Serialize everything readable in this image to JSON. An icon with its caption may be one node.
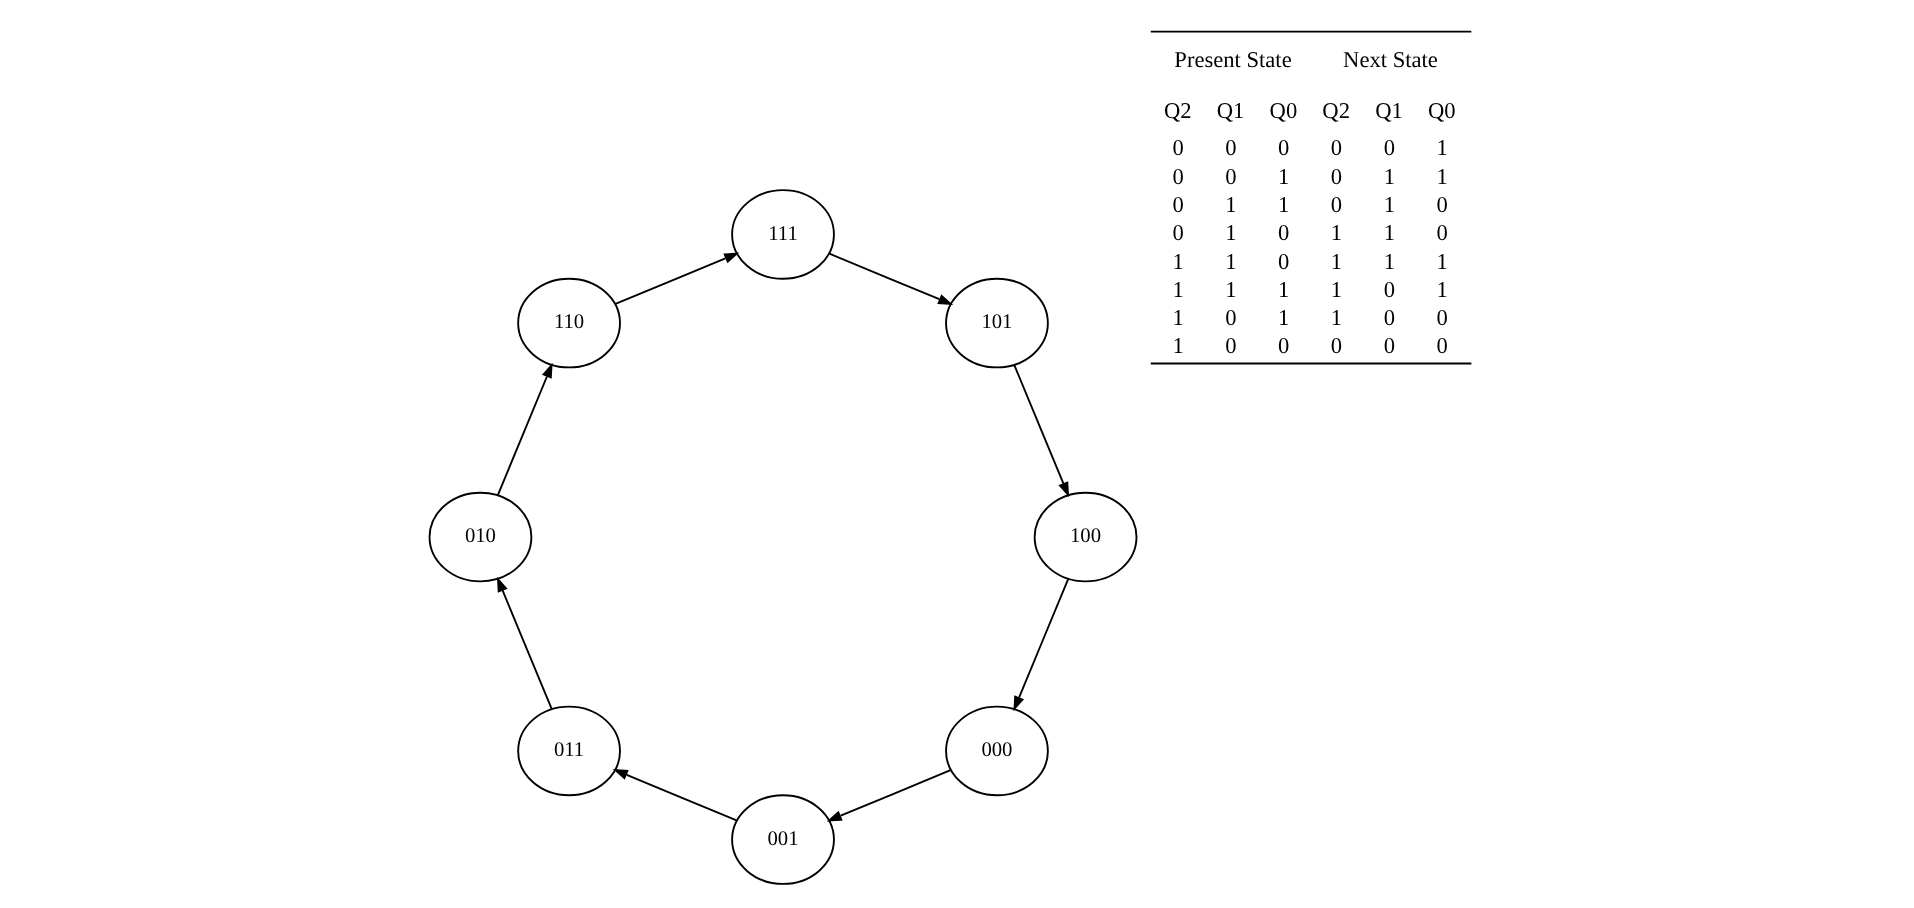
{
  "diagram": {
    "nodes": [
      {
        "text": [
          "000"
        ]
      },
      {
        "text": [
          "100"
        ]
      },
      {
        "text": [
          "001"
        ]
      },
      {
        "text": [
          "101"
        ]
      },
      {
        "text": [
          "011"
        ]
      },
      {
        "text": [
          "111"
        ]
      },
      {
        "text": [
          "010"
        ]
      },
      {
        "text": [
          "110"
        ]
      }
    ],
    "edges": [
      {
        "from": 0,
        "to": 2,
        "arrow": "to"
      },
      {
        "from": 2,
        "to": 4,
        "arrow": "to"
      },
      {
        "from": 4,
        "to": 6,
        "arrow": "to"
      },
      {
        "from": 6,
        "to": 7,
        "arrow": "to"
      },
      {
        "from": 7,
        "to": 5,
        "arrow": "to"
      },
      {
        "from": 5,
        "to": 3,
        "arrow": "to"
      },
      {
        "from": 3,
        "to": 1,
        "arrow": "to"
      },
      {
        "from": 1,
        "to": 0,
        "arrow": "to"
      }
    ],
    "labels": [
      "Present State",
      "Next State",
      "Q2",
      "Q1",
      "Q0",
      "Q2",
      "Q1",
      "Q0",
      "0",
      "0",
      "0",
      "0",
      "0",
      "1",
      "0",
      "0",
      "1",
      "0",
      "1",
      "1",
      "0",
      "1",
      "1",
      "0",
      "1",
      "0",
      "0",
      "1",
      "0",
      "1",
      "1",
      "0",
      "1",
      "1",
      "0",
      "1",
      "1",
      "1",
      "1",
      "1",
      "1",
      "1",
      "0",
      "1",
      "1",
      "0",
      "1",
      "1",
      "0",
      "0",
      "1",
      "0",
      "0",
      "0",
      "0",
      "0"
    ]
  }
}
